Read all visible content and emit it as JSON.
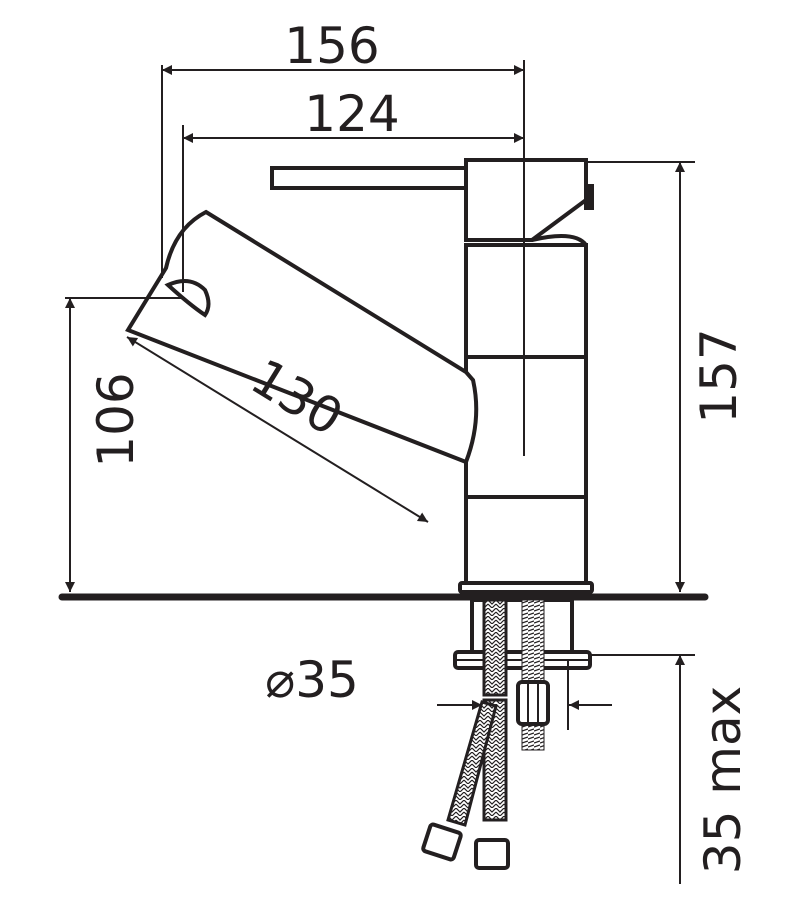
{
  "dimensions": {
    "overall_reach": "156",
    "spout_reach": "124",
    "spout_length": "130",
    "spout_height": "106",
    "total_height": "157",
    "hole_diameter": "⌀35",
    "max_counter_thickness": "35 max"
  },
  "colors": {
    "ink": "#231f20",
    "background": "#ffffff"
  }
}
